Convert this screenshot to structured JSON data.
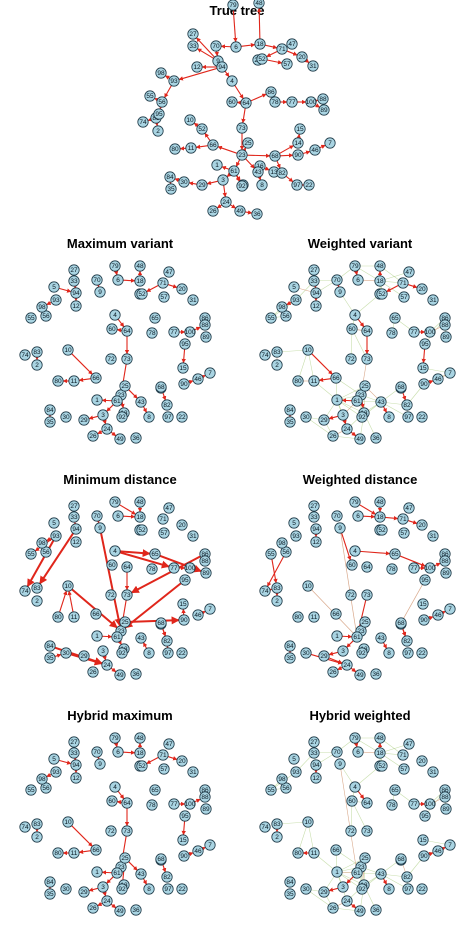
{
  "panels": [
    {
      "id": "true-tree",
      "title": "True tree"
    },
    {
      "id": "maximum-variant",
      "title": "Maximum variant"
    },
    {
      "id": "weighted-variant",
      "title": "Weighted variant"
    },
    {
      "id": "minimum-distance",
      "title": "Minimum distance"
    },
    {
      "id": "weighted-distance",
      "title": "Weighted distance"
    },
    {
      "id": "hybrid-maximum",
      "title": "Hybrid maximum"
    },
    {
      "id": "hybrid-weighted",
      "title": "Hybrid weighted"
    }
  ],
  "nodes": [
    "1",
    "2",
    "3",
    "4",
    "6",
    "7",
    "8",
    "9",
    "10",
    "11",
    "12",
    "13",
    "14",
    "15",
    "16",
    "17",
    "18",
    "20",
    "21",
    "22",
    "23",
    "24",
    "25",
    "26",
    "27",
    "28",
    "29",
    "30",
    "31",
    "33",
    "34",
    "35",
    "36",
    "40",
    "43",
    "46",
    "47",
    "48",
    "49",
    "52",
    "54",
    "55",
    "56",
    "57",
    "59",
    "60",
    "61",
    "64",
    "65",
    "66",
    "68",
    "70",
    "71",
    "72",
    "73",
    "74",
    "76",
    "77",
    "78",
    "79",
    "80",
    "81",
    "82",
    "83",
    "84",
    "86",
    "88",
    "89",
    "90",
    "92",
    "93",
    "94",
    "95",
    "96",
    "97",
    "98",
    "99",
    "100"
  ],
  "colors": {
    "node_fill": "#a9d4e2",
    "node_stroke": "#1f3a48",
    "strong_edge": "#e0261b",
    "weak_edge": "#d9a98c",
    "faint_edge": "#9cc46a"
  }
}
